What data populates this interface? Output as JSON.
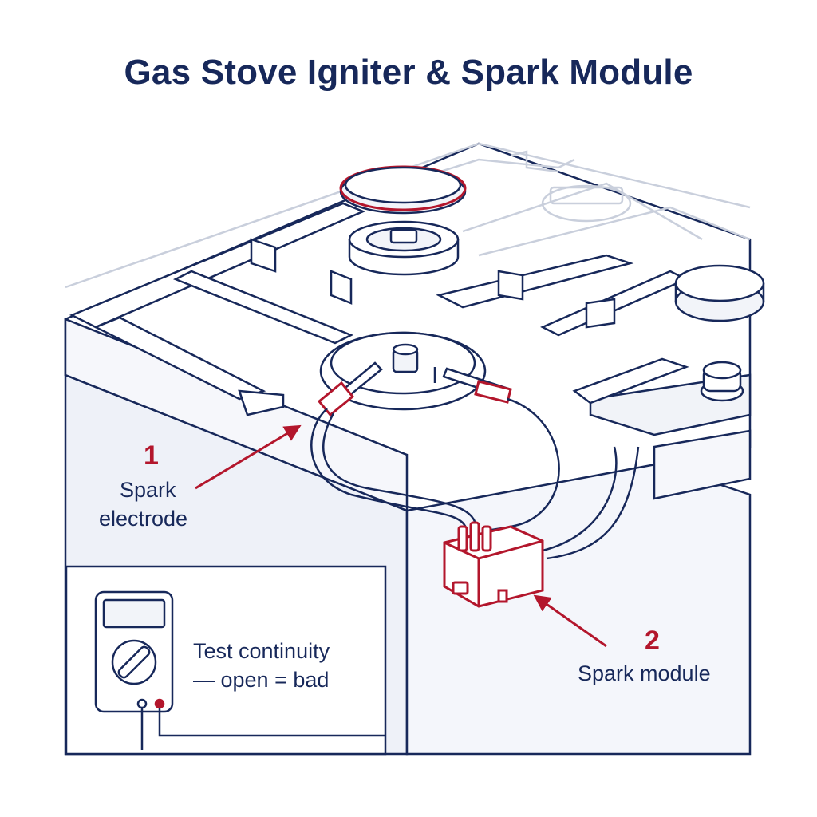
{
  "title": "Gas Stove Igniter & Spark Module",
  "callouts": [
    {
      "number": "1",
      "label_lines": [
        "Spark",
        "electrode"
      ]
    },
    {
      "number": "2",
      "label_lines": [
        "Spark module"
      ]
    }
  ],
  "inset": {
    "text_lines": [
      "Test continuity",
      "— open = bad"
    ]
  },
  "colors": {
    "outline": "#17285a",
    "accent": "#b3162c",
    "fill": "#eef1f8",
    "light": "#d9dee9"
  }
}
